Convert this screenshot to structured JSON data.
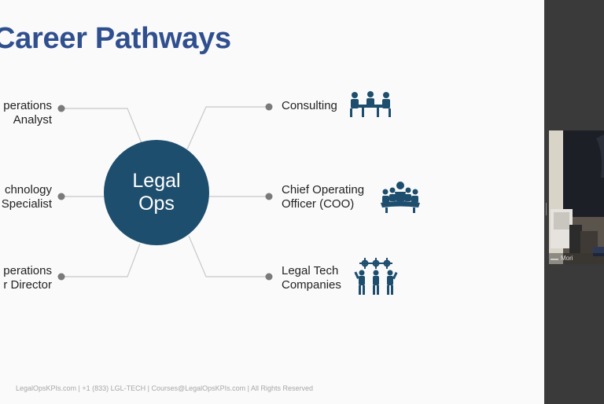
{
  "slide": {
    "title": "Career Pathways",
    "hub_lines": [
      "Legal",
      "Ops"
    ],
    "left_items": [
      {
        "lines": [
          "perations",
          "Analyst"
        ]
      },
      {
        "lines": [
          "chnology",
          "Specialist"
        ]
      },
      {
        "lines": [
          "perations",
          "r Director"
        ]
      }
    ],
    "right_items": [
      {
        "lines": [
          "Consulting"
        ],
        "icon": "meeting-table-icon"
      },
      {
        "lines": [
          "Chief Operating",
          "Officer (COO)"
        ],
        "icon": "boardroom-icon"
      },
      {
        "lines": [
          "Legal Tech",
          "Companies"
        ],
        "icon": "team-gears-icon"
      }
    ],
    "footer": "LegalOpsKPIs.com | +1 (833) LGL-TECH | Courses@LegalOpsKPIs.com | All Rights Reserved",
    "colors": {
      "title": "#2f4f8f",
      "hub": "#1e4e6e",
      "icon": "#1e4e6e",
      "connector": "#c8c8c8",
      "dot": "#7a7a7a"
    }
  },
  "video": {
    "participant_name": "Mori"
  }
}
